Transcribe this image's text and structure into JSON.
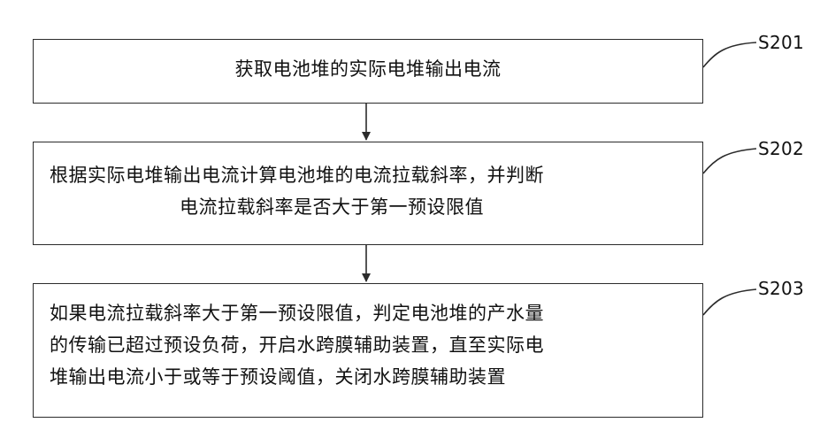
{
  "steps": [
    {
      "id": "S201",
      "text": "获取电池堆的实际电堆输出电流"
    },
    {
      "id": "S202",
      "text_lines": [
        "根据实际电堆输出电流计算电池堆的电流拉载斜率，并判断",
        "电流拉载斜率是否大于第一预设限值"
      ]
    },
    {
      "id": "S203",
      "text_lines": [
        "如果电流拉载斜率大于第一预设限值，判定电池堆的产水量",
        "的传输已超过预设负荷，开启水跨膜辅助装置，直至实际电",
        "堆输出电流小于或等于预设阈值，关闭水跨膜辅助装置"
      ]
    }
  ],
  "colors": {
    "stroke": "#2b2b2b",
    "text": "#111111",
    "background": "#ffffff"
  }
}
